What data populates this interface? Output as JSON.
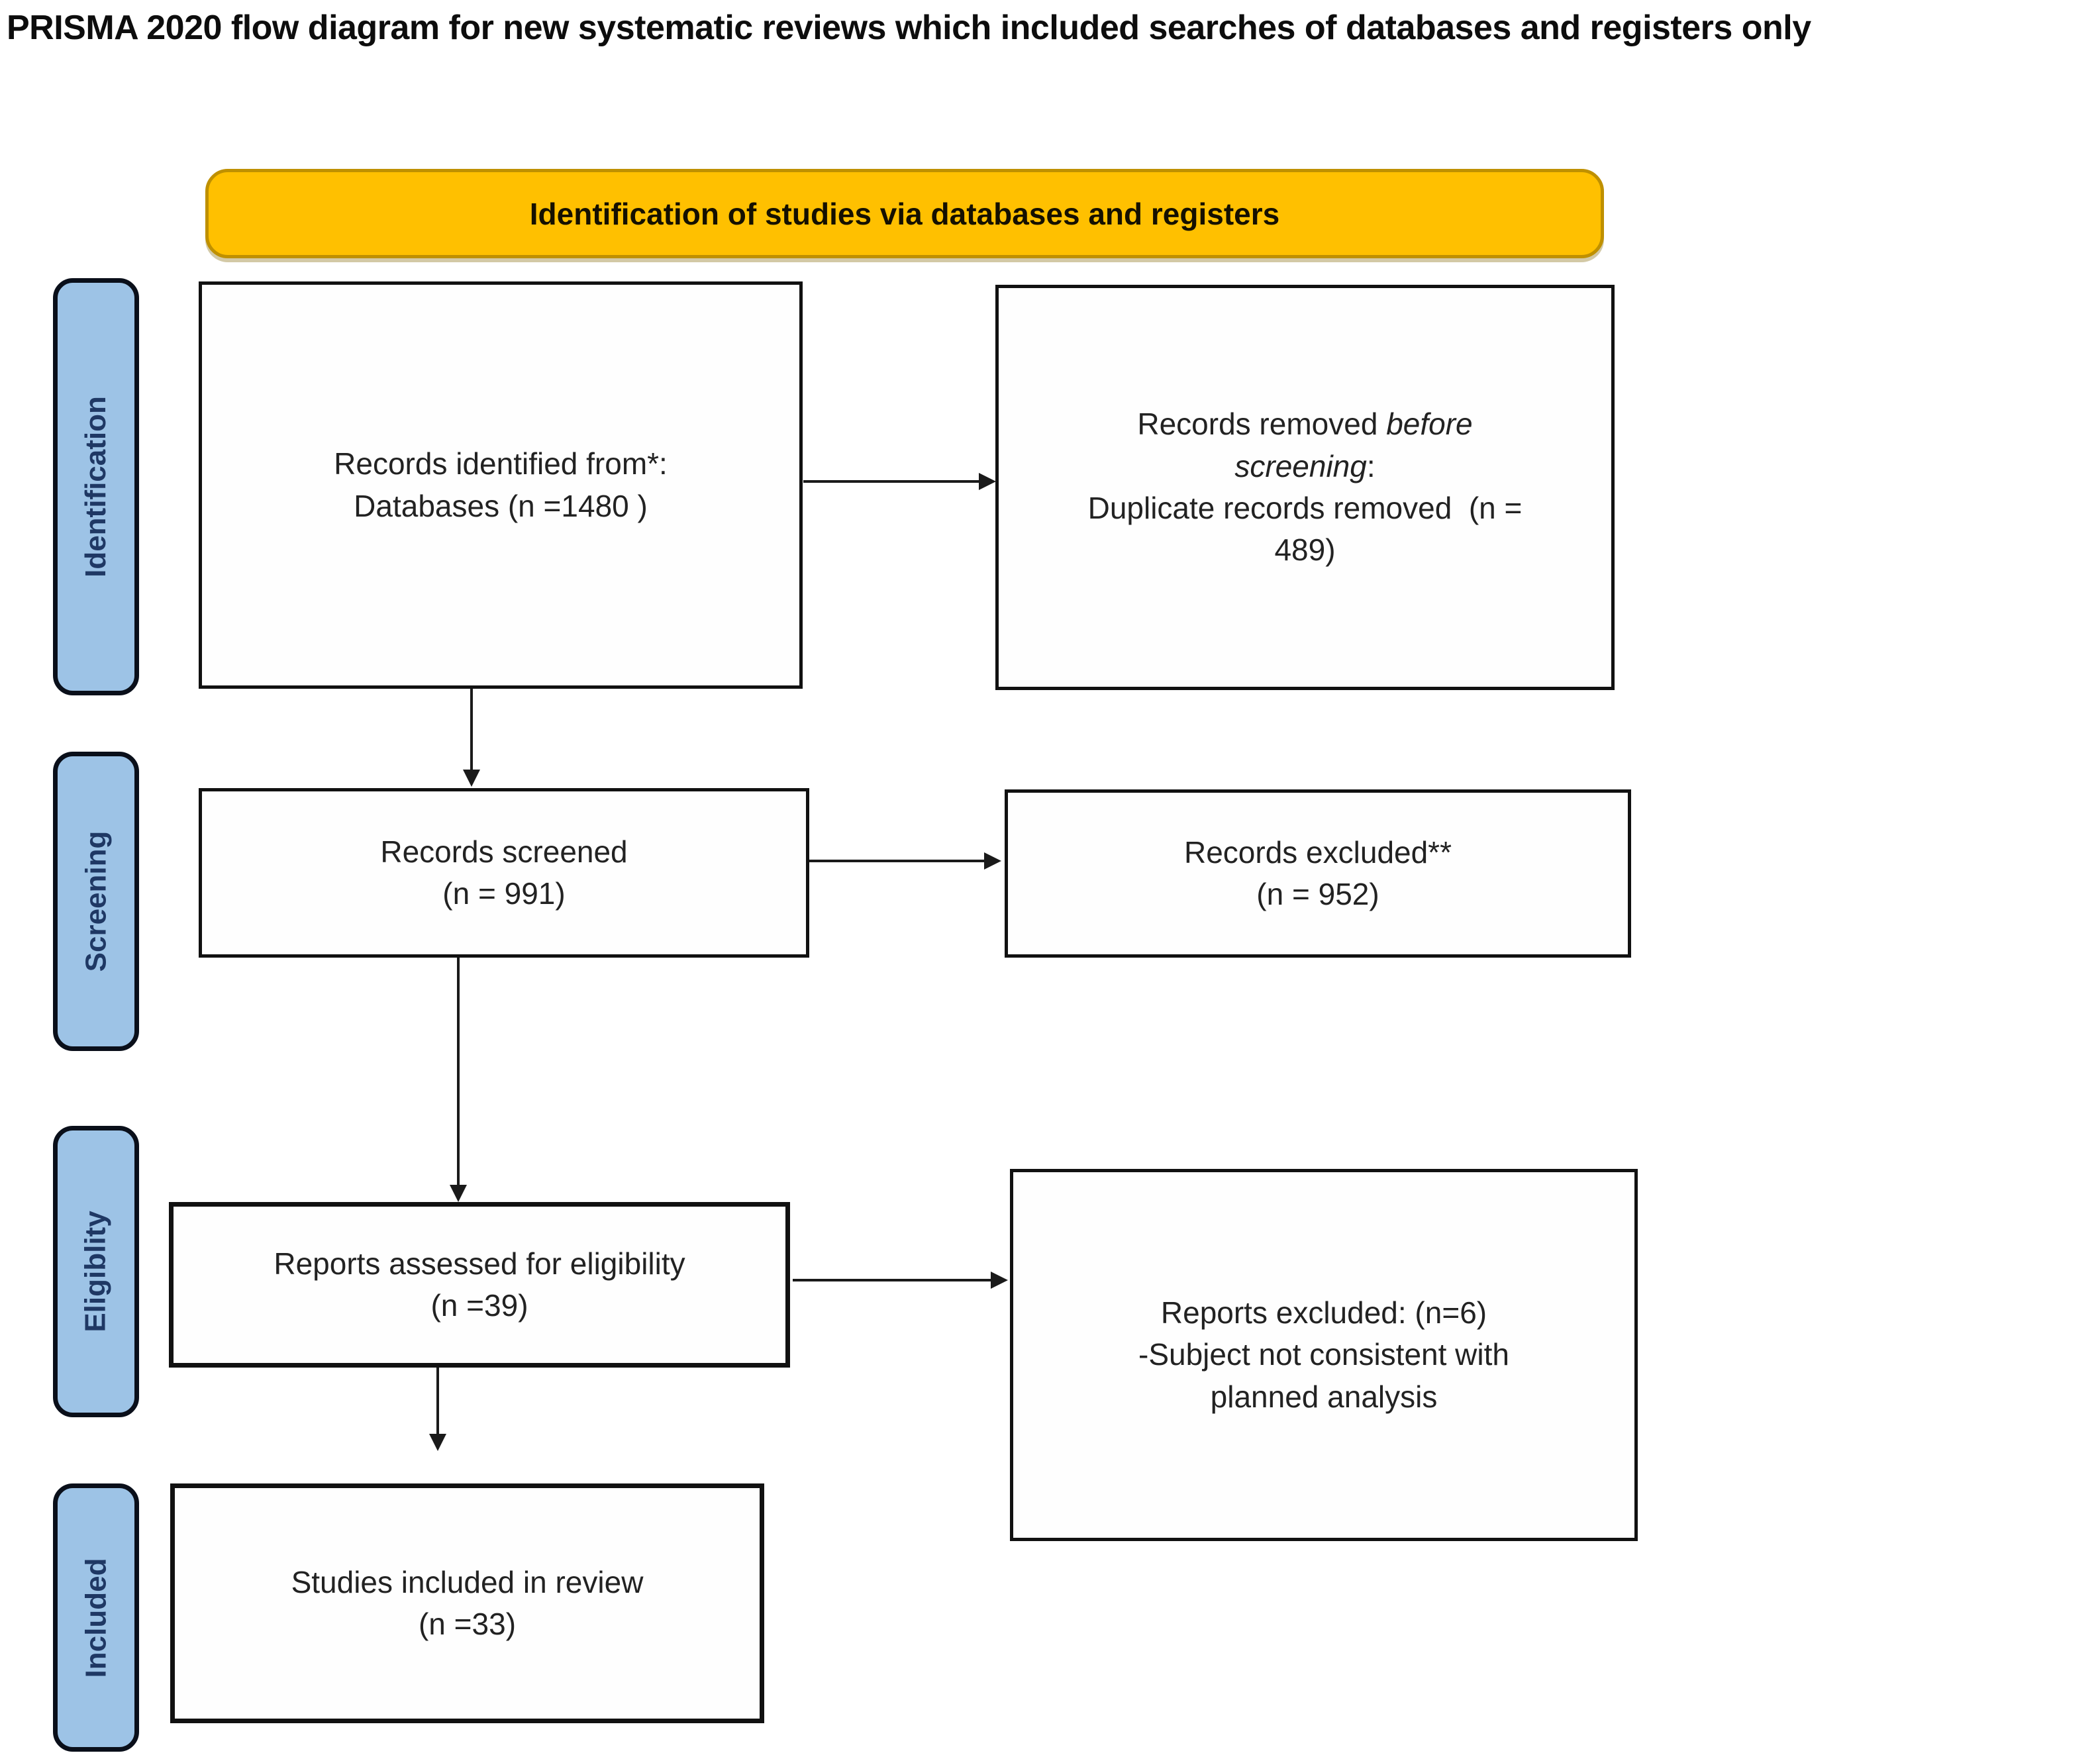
{
  "page": {
    "title": "PRISMA 2020 flow diagram for new systematic reviews which included searches of databases and registers only"
  },
  "banner": {
    "label": "Identification of studies via databases and registers"
  },
  "stages": {
    "identification": "Identification",
    "screening": "Screening",
    "eligibility": "Eligiblity",
    "included": "Included"
  },
  "boxes": {
    "records_identified": {
      "line1": "Records identified from*:",
      "line2": "Databases (n =1480 )"
    },
    "records_removed": {
      "line1_normal": "Records removed ",
      "line1_italic": "before",
      "line2_italic": "screening",
      "line2_normal": ":",
      "line3": "Duplicate records removed  (n =",
      "line4": "489)"
    },
    "records_screened": {
      "line1": "Records screened",
      "line2": "(n = 991)"
    },
    "records_excluded": {
      "line1": "Records excluded**",
      "line2": "(n = 952)"
    },
    "reports_assessed": {
      "line1": "Reports assessed for eligibility",
      "line2": "(n =39)"
    },
    "reports_excluded": {
      "line1": "Reports excluded: (n=6)",
      "line2": "-Subject not consistent with",
      "line3": "planned analysis"
    },
    "studies_included": {
      "line1": "Studies included in review",
      "line2": "(n =33)"
    }
  },
  "colors": {
    "banner_fill": "#FFC000",
    "banner_border": "#BF9000",
    "stage_fill": "#9DC3E6",
    "stage_text": "#1F3864",
    "box_border": "#111111",
    "arrow": "#1a1a1a"
  }
}
